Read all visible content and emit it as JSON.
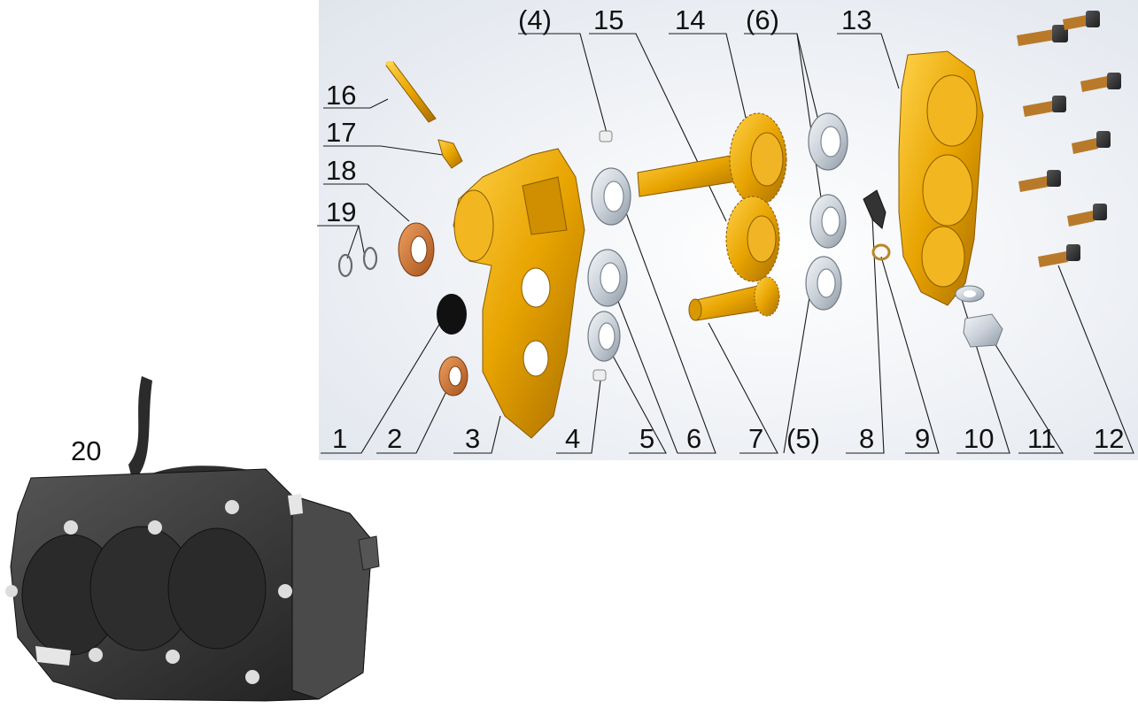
{
  "callouts": {
    "c1": "1",
    "c2": "2",
    "c3": "3",
    "c4": "4",
    "c4p": "(4)",
    "c5": "5",
    "c5p": "(5)",
    "c6": "6",
    "c6p": "(6)",
    "c7": "7",
    "c8": "8",
    "c9": "9",
    "c10": "10",
    "c11": "11",
    "c12": "12",
    "c13": "13",
    "c14": "14",
    "c15": "15",
    "c16": "16",
    "c17": "17",
    "c18": "18",
    "c19": "19",
    "c20": "20"
  },
  "colors": {
    "part_gold": "#e8a400",
    "part_copper": "#c8702a",
    "bearing_steel": "#d8dde3",
    "assembly_dark": "#3a3a3a",
    "panel_bg": "#eef1f6"
  }
}
